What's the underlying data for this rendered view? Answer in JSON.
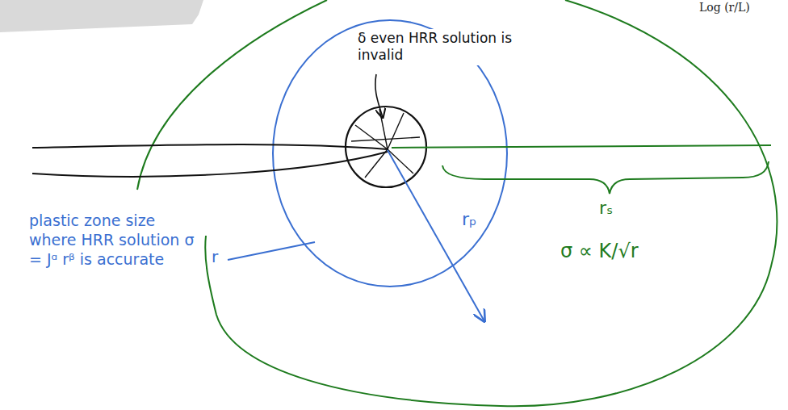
{
  "diagram": {
    "labels": [
      "Log (r/L)",
      "δ even HRR solution is invalid",
      "plastic zone size where HRR solution σ = Jᵅ rᵝ is accurate",
      "r",
      "rₚ",
      "rₛ",
      "σ ∝ K/√r"
    ]
  }
}
